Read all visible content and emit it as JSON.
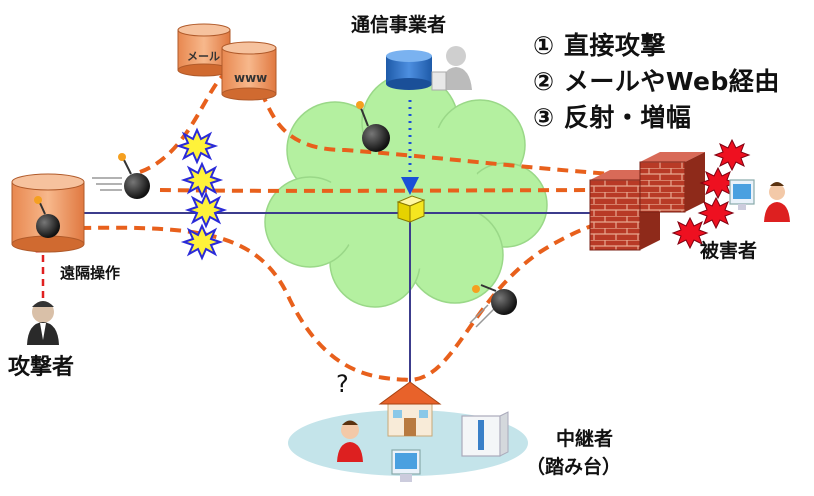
{
  "legend": {
    "item1": "① 直接攻撃",
    "item2": "② メールやWeb経由",
    "item3": "③ 反射・増幅"
  },
  "labels": {
    "carrier": "通信事業者",
    "victim": "被害者",
    "attacker": "攻撃者",
    "remote_op": "遠隔操作",
    "relay_line1": "中継者",
    "relay_line2": "（踏み台）",
    "question": "?",
    "mail_server": "メール",
    "www_server": "www"
  },
  "colors": {
    "attack_path": "#e8601c",
    "server": "#f0a070",
    "cloud": "#b4f0a0",
    "brick": "#c0392b",
    "network_line": "#3c3c8c",
    "remote_arrow": "#e02020",
    "carrier_arrow": "#1a4fd8",
    "router": "#f5e620"
  }
}
